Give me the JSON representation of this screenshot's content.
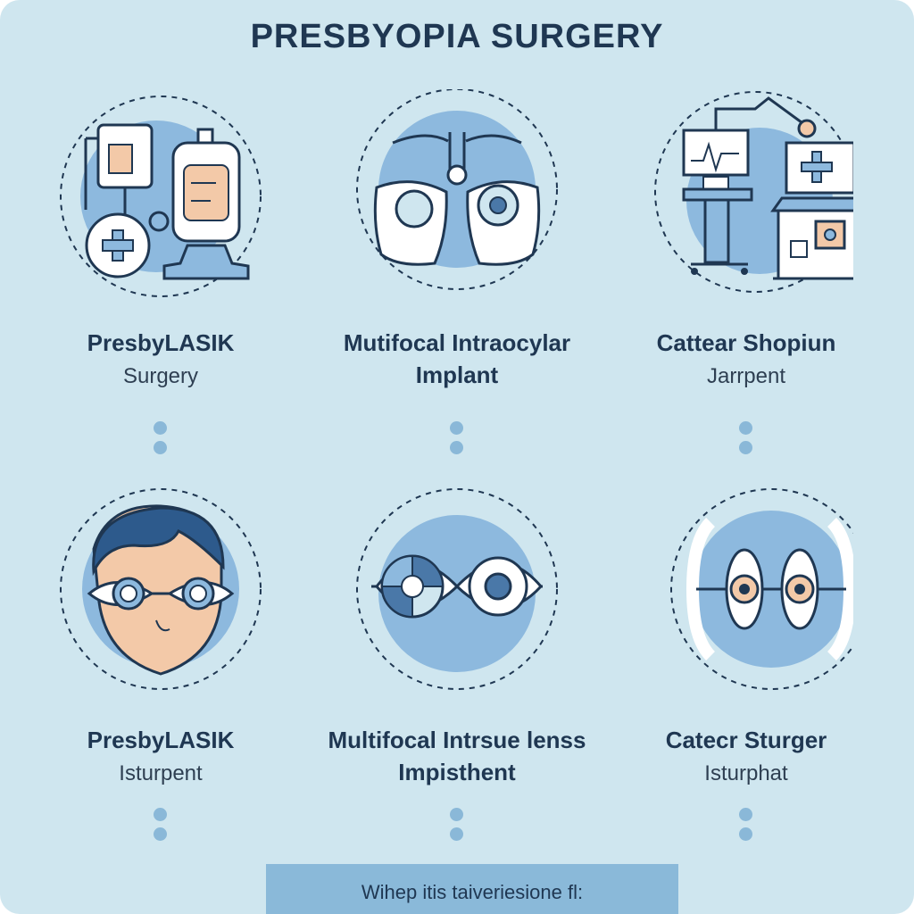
{
  "title": "PRESBYOPIA SURGERY",
  "colors": {
    "background": "#cfe6ef",
    "circle": "#8db9de",
    "outline": "#1f3752",
    "accent_skin": "#f3c9a8",
    "dots": "#8ab8d8",
    "footer": "#8ab9d9"
  },
  "items": [
    {
      "icon": "iv-bag-vial-icon",
      "name": "PresbyLASIK",
      "sub": "Surgery"
    },
    {
      "icon": "eye-exam-icon",
      "name": "Mutifocal Intraocylar Implant",
      "sub": ""
    },
    {
      "icon": "surgical-equipment-icon",
      "name": "Cattear Shopiun",
      "sub": "Jarrpent"
    },
    {
      "icon": "face-eyes-icon",
      "name": "PresbyLASIK",
      "sub": "Isturpent"
    },
    {
      "icon": "eye-lens-icon",
      "name": "Multifocal Intrsue lenss Impisthent",
      "sub": ""
    },
    {
      "icon": "lens-pair-icon",
      "name": "Catecr Sturger",
      "sub": "Isturphat"
    }
  ],
  "footer": "Wihep itis taiveriesione fl:"
}
